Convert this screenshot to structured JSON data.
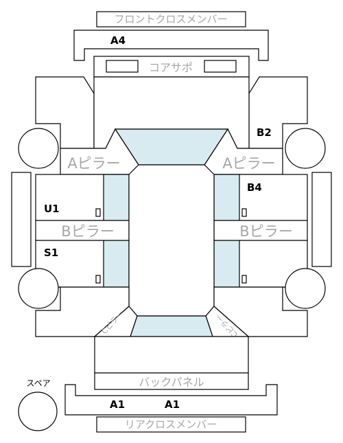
{
  "labels": {
    "front_cross_member": "フロントクロスメンバー",
    "core_support": "コアサポ",
    "a_pillar": "Aピラー",
    "b_pillar": "Bピラー",
    "back_panel": "バックパネル",
    "rear_cross_member": "リアクロスメンバー",
    "spare": "スペア",
    "c_pillar": "Cピラー"
  },
  "markers": {
    "a4": "A4",
    "b2": "B2",
    "b4": "B4",
    "u1": "U1",
    "s1": "S1",
    "a1_left": "A1",
    "a1_right": "A1"
  },
  "colors": {
    "glass": "#d7ebf1",
    "outline": "#000000",
    "label_gray": "#a6a6a6"
  }
}
